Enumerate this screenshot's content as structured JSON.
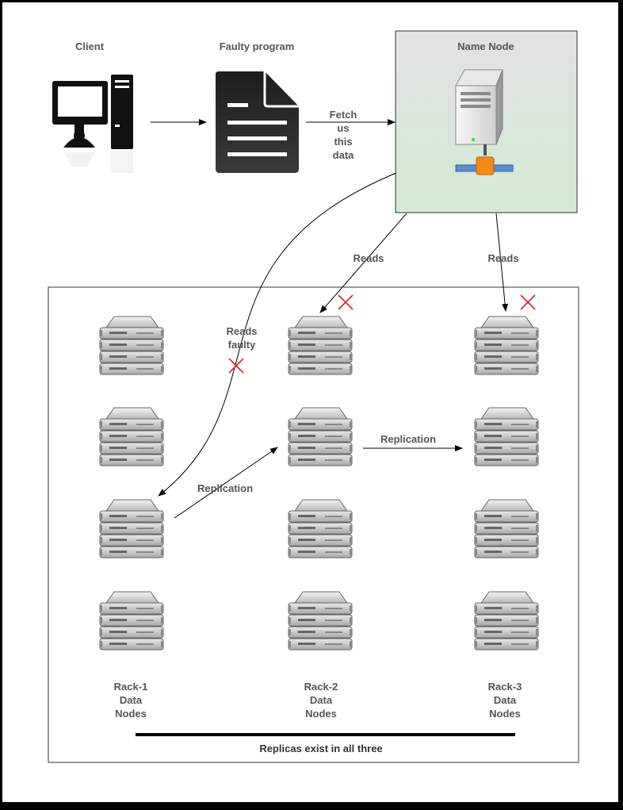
{
  "labels": {
    "client": "Client",
    "faulty_program": "Faulty program",
    "name_node": "Name Node",
    "fetch": "Fetch\nus\nthis\ndata",
    "reads_left": "Reads",
    "reads_right": "Reads",
    "reads_faulty": "Reads\nfaulty",
    "replication_1": "Replication",
    "replication_2": "Replication",
    "rack1": "Rack-1\nData\nNodes",
    "rack2": "Rack-2\nData\nNodes",
    "rack3": "Rack-3\nData\nNodes",
    "footer": "Replicas exist in all three"
  },
  "colors": {
    "background_frame": "#000000",
    "canvas": "#ffffff",
    "name_node_fill_top": "#e2e2e2",
    "name_node_fill_bottom": "#d3ead3",
    "cross": "#e02020",
    "text": "#555555"
  },
  "icons": {
    "client": "desktop-computer-icon",
    "program": "document-icon",
    "name_node": "server-tower-network-icon",
    "data_node": "rack-server-icon",
    "failure": "red-x-icon"
  }
}
